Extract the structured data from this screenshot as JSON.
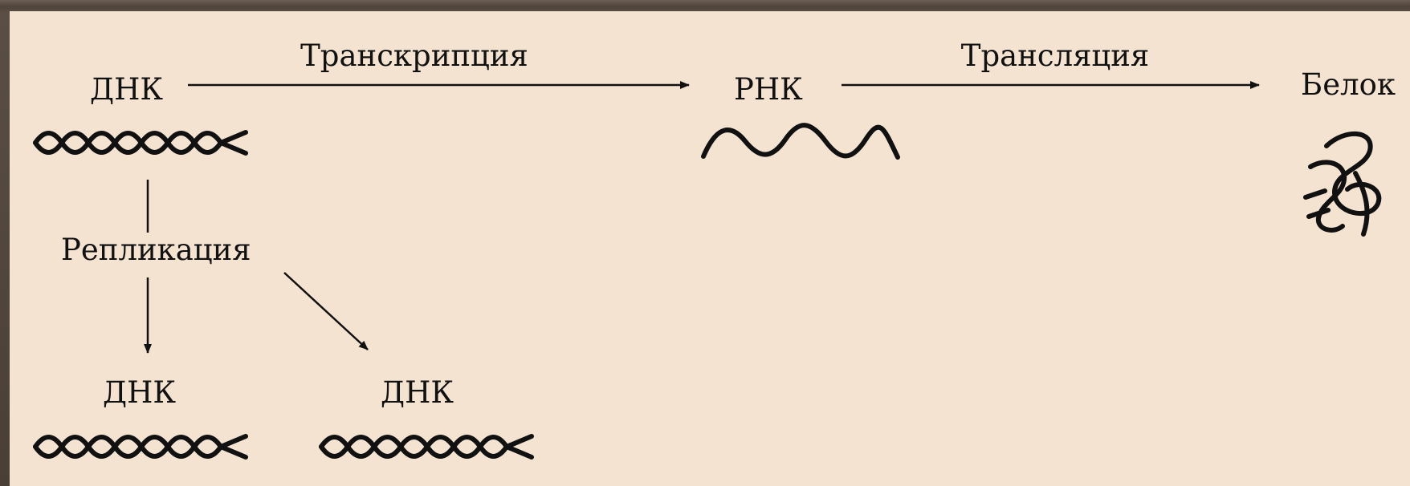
{
  "nodes": {
    "dna_source": "ДНК",
    "rna": "РНК",
    "protein": "Белок",
    "dna_copy_1": "ДНК",
    "dna_copy_2": "ДНК"
  },
  "processes": {
    "transcription": "Транскрипция",
    "translation": "Трансляция",
    "replication": "Репликация"
  },
  "colors": {
    "background": "#f4e3d1",
    "frame": "#5a4e45",
    "ink": "#111111"
  }
}
